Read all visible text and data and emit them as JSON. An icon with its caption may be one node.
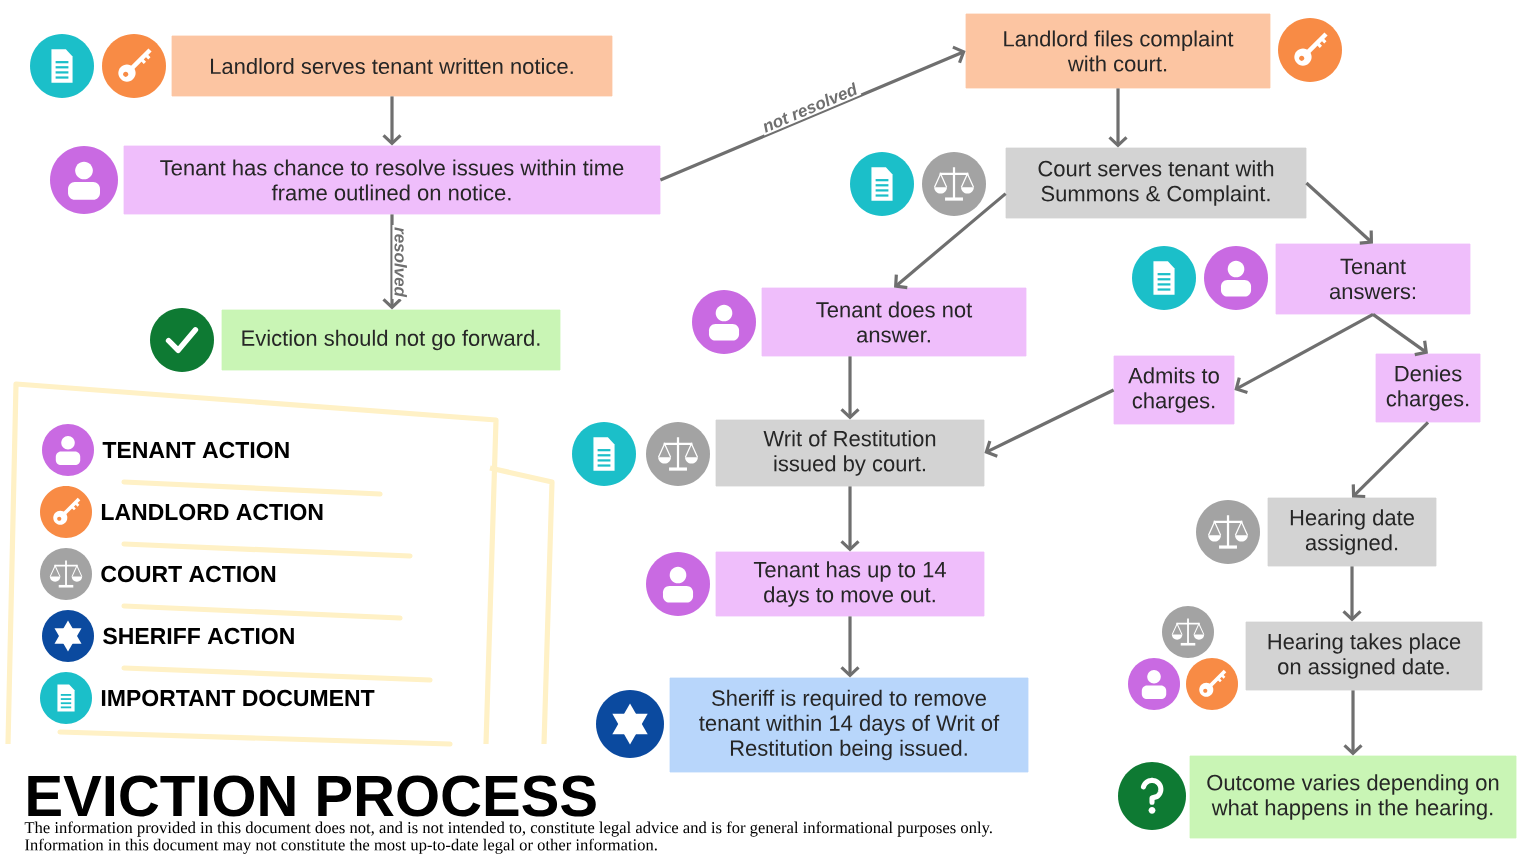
{
  "diagram": {
    "title": "EVICTION PROCESS",
    "caption": "The information provided in this document does not, and is not intended to, constitute legal advice and is for general informational purposes only. Information in this document may not constitute the most up-to-date legal or other information.",
    "nodes": [
      {
        "text": [
          "Landlord serves tenant written notice."
        ]
      },
      {
        "text": [
          "Tenant has chance to resolve issues within time frame outlined on notice."
        ]
      },
      {
        "text": [
          "Eviction should not go forward."
        ]
      },
      {
        "text": [
          "Landlord files complaint with court."
        ]
      },
      {
        "text": [
          "Court serves tenant with Summons & Complaint."
        ]
      },
      {
        "text": [
          "Tenant does not answer."
        ]
      },
      {
        "text": [
          "Tenant answers:"
        ]
      },
      {
        "text": [
          "Admits to charges."
        ]
      },
      {
        "text": [
          "Denies charges."
        ]
      },
      {
        "text": [
          "Writ of Restitution issued by court."
        ]
      },
      {
        "text": [
          "Hearing date assigned."
        ]
      },
      {
        "text": [
          "Tenant has up to 14 days to move out."
        ]
      },
      {
        "text": [
          "Hearing takes place on assigned date."
        ]
      },
      {
        "text": [
          "Sheriff is required to remove tenant within 14 days of Writ of Restitution being issued."
        ]
      },
      {
        "text": [
          "Outcome varies depending on what happens in the hearing."
        ]
      }
    ],
    "edges": [
      {
        "from": 0,
        "to": 1,
        "arrow": "to"
      },
      {
        "from": 1,
        "to": 2,
        "arrow": "to",
        "label": "resolved"
      },
      {
        "from": 1,
        "to": 3,
        "arrow": "to",
        "label": "not resolved"
      },
      {
        "from": 3,
        "to": 4,
        "arrow": "to"
      },
      {
        "from": 4,
        "to": 5,
        "arrow": "to"
      },
      {
        "from": 4,
        "to": 6,
        "arrow": "to"
      },
      {
        "from": 6,
        "to": 7,
        "arrow": "to"
      },
      {
        "from": 6,
        "to": 8,
        "arrow": "to"
      },
      {
        "from": 5,
        "to": 9,
        "arrow": "to"
      },
      {
        "from": 7,
        "to": 9,
        "arrow": "to"
      },
      {
        "from": 8,
        "to": 10,
        "arrow": "to"
      },
      {
        "from": 9,
        "to": 11,
        "arrow": "to"
      },
      {
        "from": 10,
        "to": 12,
        "arrow": "to"
      },
      {
        "from": 11,
        "to": 13,
        "arrow": "to"
      },
      {
        "from": 12,
        "to": 14,
        "arrow": "to"
      }
    ],
    "legend": [
      {
        "text": "TENANT ACTION",
        "color": "#c96ae2"
      },
      {
        "text": "LANDLORD ACTION",
        "color": "#f88b45"
      },
      {
        "text": "COURT ACTION",
        "color": "#a3a3a3"
      },
      {
        "text": "SHERIFF ACTION",
        "color": "#0b4a9f"
      },
      {
        "text": "IMPORTANT DOCUMENT",
        "color": "#1bbfc9"
      }
    ]
  }
}
